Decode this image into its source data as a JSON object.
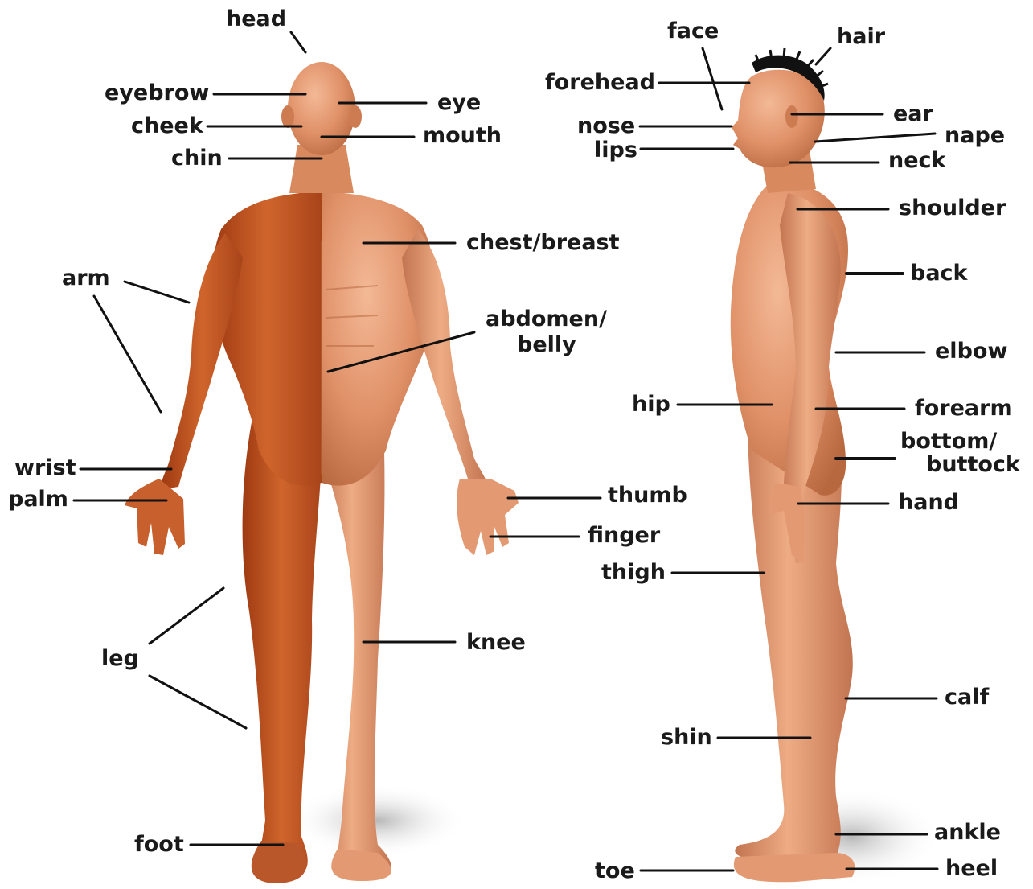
{
  "colors": {
    "skin_light": "#e8a07a",
    "skin_mid": "#d4875d",
    "skin_dark": "#b06640",
    "muscle": "#c4531f",
    "muscle_dark": "#9e3a12",
    "hair": "#111111",
    "leader_line": "#111111",
    "label_text": "#1a1a1a",
    "background": "#ffffff"
  },
  "labels": {
    "head": "head",
    "eyebrow": "eyebrow",
    "eye": "eye",
    "cheek": "cheek",
    "mouth": "mouth",
    "chin": "chin",
    "chest": "chest/breast",
    "arm": "arm",
    "abdomen_1": "abdomen/",
    "abdomen_2": "belly",
    "wrist": "wrist",
    "palm": "palm",
    "thumb": "thumb",
    "finger": "finger",
    "leg": "leg",
    "knee": "knee",
    "foot": "foot",
    "face": "face",
    "hair": "hair",
    "forehead": "forehead",
    "ear": "ear",
    "nose": "nose",
    "nape": "nape",
    "lips": "lips",
    "neck": "neck",
    "shoulder": "shoulder",
    "back": "back",
    "elbow": "elbow",
    "hip": "hip",
    "forearm": "forearm",
    "bottom_1": "bottom/",
    "bottom_2": "buttock",
    "hand": "hand",
    "thigh": "thigh",
    "calf": "calf",
    "shin": "shin",
    "ankle": "ankle",
    "toe": "toe",
    "heel": "heel"
  }
}
